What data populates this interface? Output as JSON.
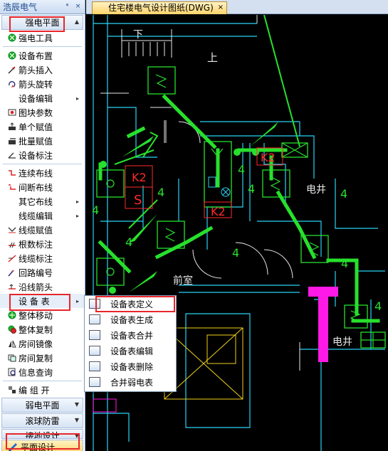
{
  "panel": {
    "title": "浩辰电气",
    "pin": "ᵠ",
    "close": "×",
    "top_group": "强电平面",
    "items": [
      {
        "label": "强电工具",
        "icon": "green-circle-icon"
      },
      {
        "label": "设备布置",
        "icon": "green-circle-icon"
      },
      {
        "label": "箭头插入",
        "icon": "arrow-icon"
      },
      {
        "label": "箭头旋转",
        "icon": "arrow-rotate-icon"
      },
      {
        "label": "设备编辑",
        "submenu": true
      },
      {
        "label": "图块参数",
        "icon": "block-icon"
      },
      {
        "label": "单个赋值",
        "icon": "single-value-icon"
      },
      {
        "label": "批量赋值",
        "icon": "batch-value-icon"
      },
      {
        "label": "设备标注",
        "icon": "label-icon"
      },
      {
        "label": "连续布线",
        "icon": "wire-icon"
      },
      {
        "label": "间断布线",
        "icon": "wire-break-icon"
      },
      {
        "label": "其它布线",
        "submenu": true
      },
      {
        "label": "线缆编辑",
        "submenu": true
      },
      {
        "label": "线缆赋值",
        "icon": "cable-icon"
      },
      {
        "label": "根数标注",
        "icon": "count-icon"
      },
      {
        "label": "线缆标注",
        "icon": "cable-label-icon"
      },
      {
        "label": "回路编号",
        "icon": "loop-icon"
      },
      {
        "label": "沿线箭头",
        "icon": "arrow-line-icon"
      },
      {
        "label": "设 备 表",
        "submenu": true
      },
      {
        "label": "整体移动",
        "icon": "move-icon"
      },
      {
        "label": "整体复制",
        "icon": "copy-icon"
      },
      {
        "label": "房间镜像",
        "icon": "mirror-icon"
      },
      {
        "label": "房间复制",
        "icon": "room-copy-icon"
      },
      {
        "label": "信息查询",
        "icon": "info-icon"
      },
      {
        "label": "编 组 开",
        "icon": "group-icon"
      }
    ],
    "bottom_groups": [
      "弱电平面",
      "滚球防雷",
      "接地设计"
    ],
    "bottom_bar": "平面设计"
  },
  "tab": {
    "label": "住宅楼电气设计图纸(DWG)",
    "close": "×"
  },
  "canvas_text": {
    "up_text": "上",
    "down_text": "下",
    "k2": "K2",
    "s_letter": "S",
    "switch_s": "ꟹ",
    "four": "4",
    "dianjing": "电井",
    "qianshi": "前室"
  },
  "menu": {
    "items": [
      "设备表定义",
      "设备表生成",
      "设备表合并",
      "设备表编辑",
      "设备表删除",
      "合并弱电表"
    ]
  },
  "colors": {
    "wire_green": "#27e02c",
    "wall_cyan": "#28d3f5",
    "wall_white": "#e8e8e8",
    "fixture_yellow": "#f1d11a",
    "text_red": "#ff2a2a",
    "magenta": "#ff19e6",
    "highlight_red": "#e8262b"
  }
}
